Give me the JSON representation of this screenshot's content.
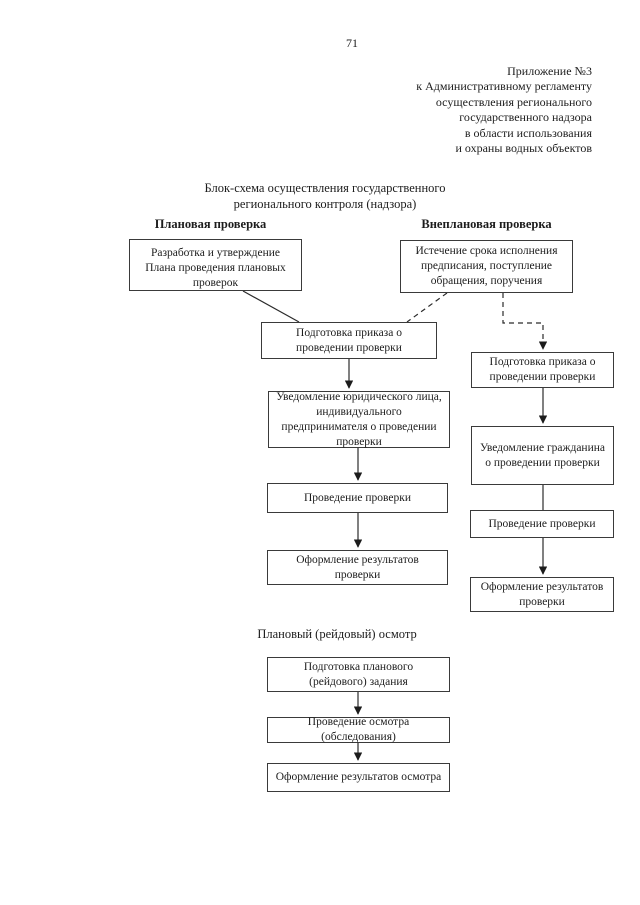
{
  "colors": {
    "background": "#ffffff",
    "ink": "#1c1c1c"
  },
  "page": {
    "page_number": "71",
    "annex_lines": [
      "Приложение №3",
      "к Административному регламенту",
      "осуществления регионального",
      "государственного надзора",
      "в области использования",
      "и охраны водных объектов"
    ],
    "title_lines": [
      "Блок-схема осуществления государственного",
      "регионального контроля (надзора)"
    ]
  },
  "flowchart": {
    "planned": {
      "header": "Плановая проверка",
      "boxes": [
        "Разработка и утверждение Плана проведения плановых проверок",
        "Подготовка приказа о проведении проверки",
        "Уведомление юридического лица, индивидуального предпринимателя о проведении проверки",
        "Проведение проверки",
        "Оформление результатов проверки"
      ]
    },
    "unplanned": {
      "header": "Внеплановая проверка",
      "boxes": [
        "Истечение срока исполнения предписания, поступление обращения, поручения",
        "Подготовка приказа о проведении проверки",
        "Уведомление гражданина о проведении проверки",
        "Проведение проверки",
        "Оформление результатов проверки"
      ]
    },
    "raid": {
      "title": "Плановый (рейдовый) осмотр",
      "boxes": [
        "Подготовка планового (рейдового) задания",
        "Проведение осмотра (обследования)",
        "Оформление результатов осмотра"
      ]
    }
  }
}
